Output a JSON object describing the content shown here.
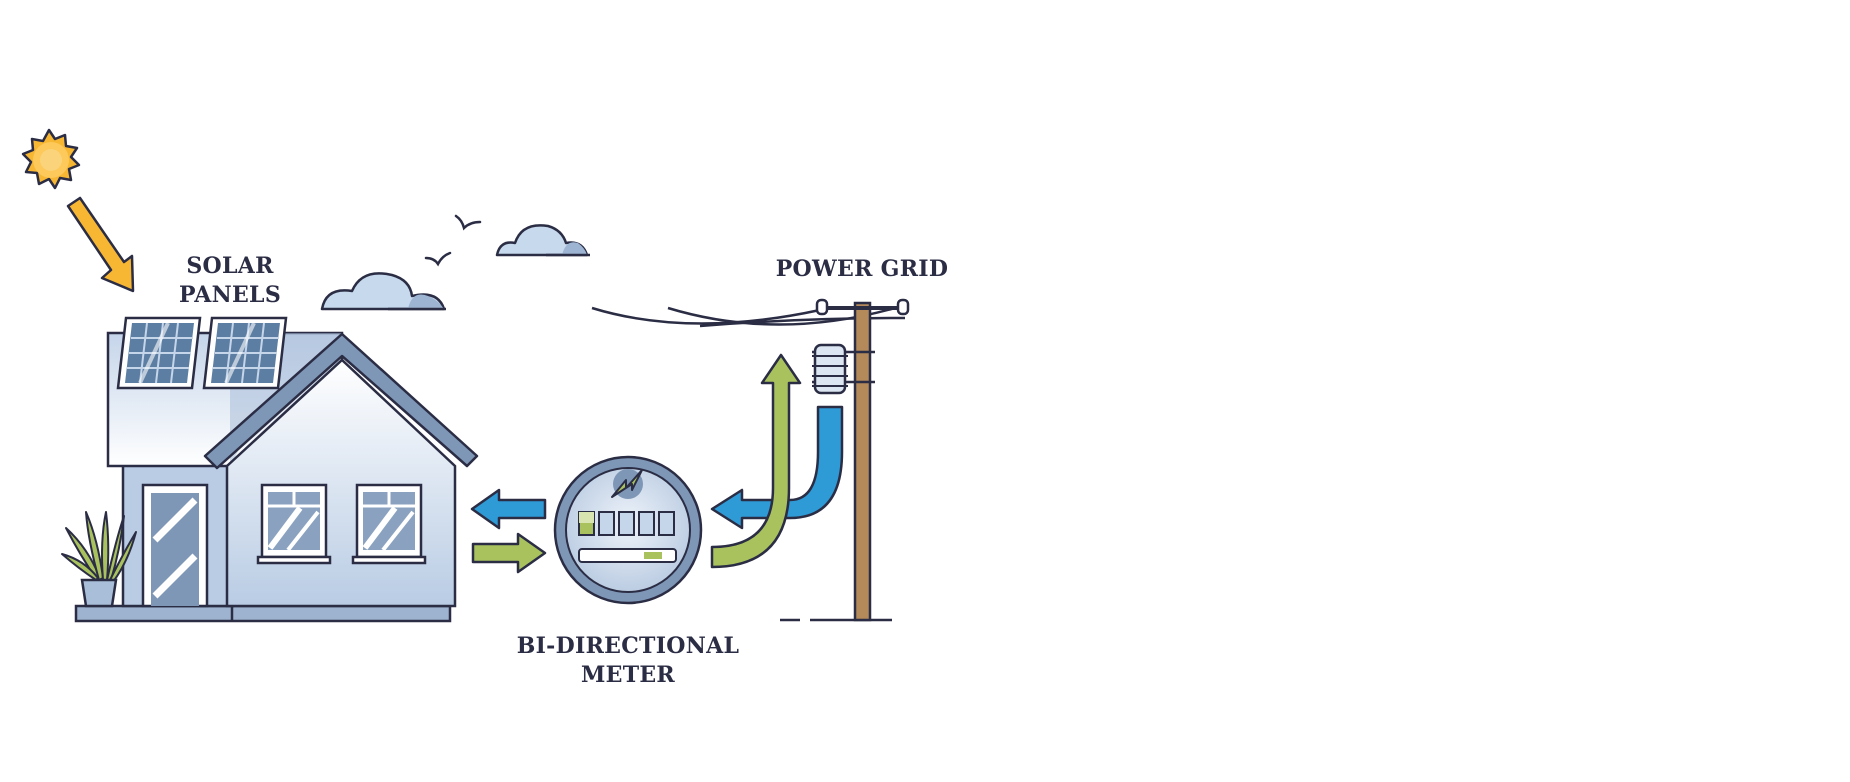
{
  "labels": {
    "solar_panels": [
      "SOLAR",
      "PANELS"
    ],
    "power_grid": "POWER GRID",
    "meter": [
      "BI-DIRECTIONAL",
      "METER"
    ]
  },
  "colors": {
    "outline": "#2b2d45",
    "sun": "#f7b733",
    "house_light": "#dce6f2",
    "house_mid": "#a9bed8",
    "house_dark": "#7f97b6",
    "cloud": "#c7d9ec",
    "export_green": "#a9c25e",
    "import_blue": "#2e9ad6",
    "pole": "#b58a5a"
  },
  "icons": [
    "sun-icon",
    "cloud-icon",
    "bird-icon",
    "solar-panel-icon",
    "house-icon",
    "plant-icon",
    "meter-icon",
    "utility-pole-icon"
  ]
}
